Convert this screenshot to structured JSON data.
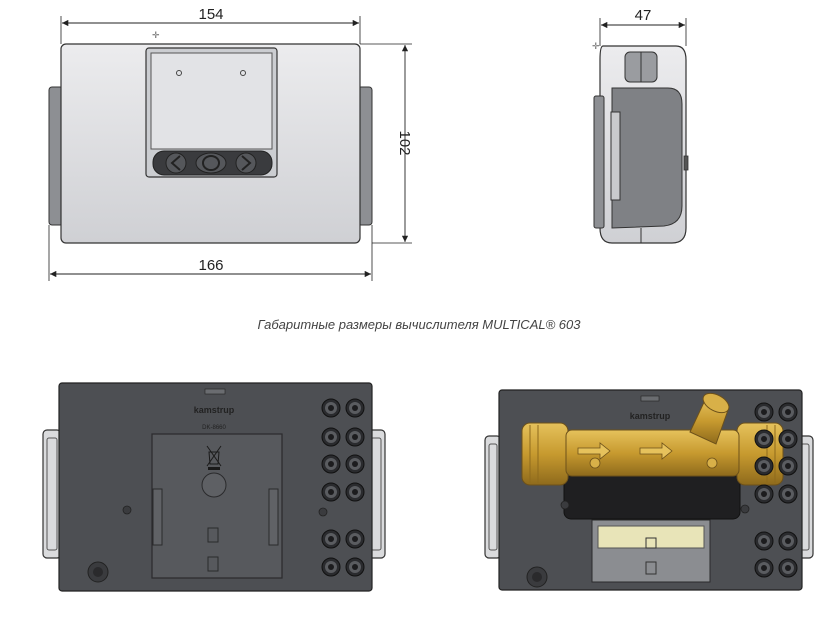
{
  "dimensions": {
    "width_front": "154",
    "width_overall": "166",
    "height": "102",
    "depth": "47"
  },
  "caption": "Габаритные размеры вычислителя MULTICAL® 603",
  "back_view": {
    "brand": "kamstrup",
    "model": "DK-8660"
  },
  "colors": {
    "housing": "#dcdde0",
    "back_plate": "#4d4f53",
    "brass": "#c79a2f",
    "outline": "#333333"
  }
}
